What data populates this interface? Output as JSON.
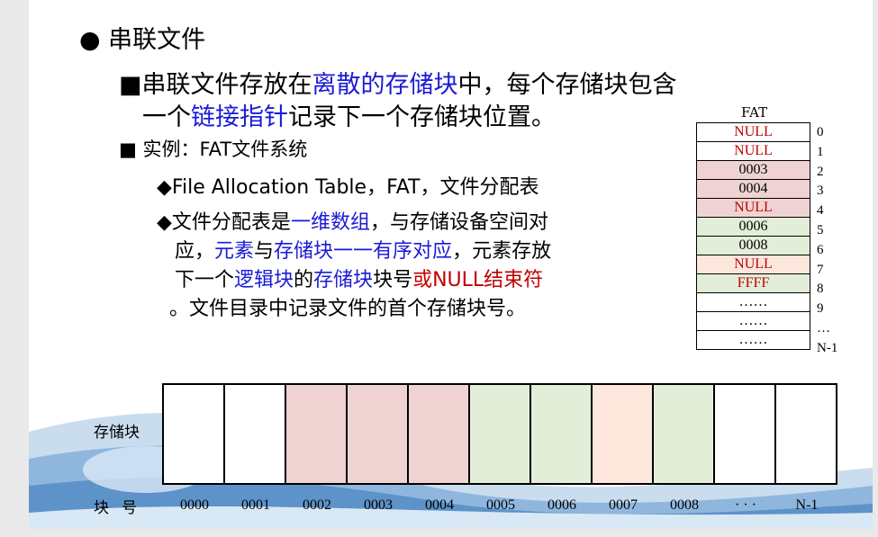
{
  "slide": {
    "heading": {
      "bullet": "●",
      "text": "串联文件"
    },
    "desc": {
      "bullet": "■",
      "p1": "串联文件存放在",
      "p2": "离散的存储块",
      "p3": "中，每个存储块包含",
      "p4": "一个",
      "p5": "链接指针",
      "p6": "记录下一个存储块位置。"
    },
    "example": {
      "bullet": "■",
      "text": "实例：FAT文件系统"
    },
    "sub1": {
      "bullet": "◆",
      "text": "File Allocation Table，FAT，文件分配表"
    },
    "sub2": {
      "bullet": "◆",
      "a": "文件分配表是",
      "b": "一维数组",
      "c": "，与存储设备空间对",
      "d": "应，",
      "e": "元素",
      "f": "与",
      "g": "存储块一一有序对应",
      "h": "，元素存放",
      "i": "下一个",
      "j": "逻辑块",
      "k": "的",
      "l": "存储块",
      "m": "块号",
      "n": "或NULL结束符",
      "o": "。文件目录中记录文件的首个存储块号。"
    }
  },
  "fat": {
    "title": "FAT",
    "entries": [
      {
        "value": "NULL",
        "index": "0",
        "bg": "#ffffff",
        "color": "#c00000"
      },
      {
        "value": "NULL",
        "index": "1",
        "bg": "#ffffff",
        "color": "#c00000"
      },
      {
        "value": "0003",
        "index": "2",
        "bg": "#efd3d3",
        "color": "#000000"
      },
      {
        "value": "0004",
        "index": "3",
        "bg": "#efd3d3",
        "color": "#000000"
      },
      {
        "value": "NULL",
        "index": "4",
        "bg": "#efd3d3",
        "color": "#c00000"
      },
      {
        "value": "0006",
        "index": "5",
        "bg": "#e3eed9",
        "color": "#000000"
      },
      {
        "value": "0008",
        "index": "6",
        "bg": "#e3eed9",
        "color": "#000000"
      },
      {
        "value": "NULL",
        "index": "7",
        "bg": "#fde6dc",
        "color": "#c00000"
      },
      {
        "value": "FFFF",
        "index": "8",
        "bg": "#e3eed9",
        "color": "#c00000"
      },
      {
        "value": "……",
        "index": "9",
        "bg": "#ffffff",
        "color": "#000000"
      },
      {
        "value": "……",
        "index": "…",
        "bg": "#ffffff",
        "color": "#000000"
      },
      {
        "value": "……",
        "index": "N-1",
        "bg": "#ffffff",
        "color": "#000000"
      }
    ]
  },
  "storage": {
    "label": "存储块",
    "number_label": "块号",
    "blocks": [
      {
        "number": "0000",
        "bg": "#ffffff"
      },
      {
        "number": "0001",
        "bg": "#ffffff"
      },
      {
        "number": "0002",
        "bg": "#efd3d3"
      },
      {
        "number": "0003",
        "bg": "#efd3d3"
      },
      {
        "number": "0004",
        "bg": "#efd3d3"
      },
      {
        "number": "0005",
        "bg": "#e3eed9"
      },
      {
        "number": "0006",
        "bg": "#e3eed9"
      },
      {
        "number": "0007",
        "bg": "#fde6dc"
      },
      {
        "number": "0008",
        "bg": "#e3eed9"
      },
      {
        "number": "· · ·",
        "bg": "#ffffff"
      },
      {
        "number": "N-1",
        "bg": "#ffffff"
      }
    ]
  }
}
